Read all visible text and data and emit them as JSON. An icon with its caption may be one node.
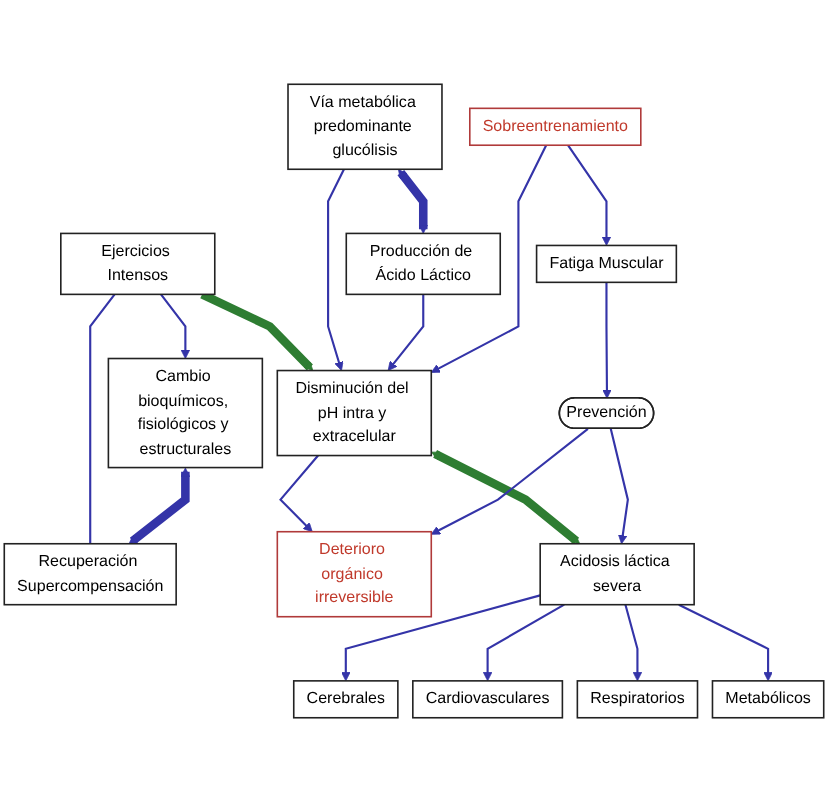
{
  "diagram": {
    "nodes": [
      {
        "text": [
          "Ejercicios Intensos"
        ]
      },
      {
        "text": [
          "Cambio bioquímicos, fisiológicos y estructurales"
        ]
      },
      {
        "text": [
          "Recuperación Supercompensación"
        ]
      },
      {
        "text": [
          "Vía metabólica predominante glucólisis"
        ]
      },
      {
        "text": [
          "Producción de Ácido Láctico"
        ]
      },
      {
        "text": [
          "Disminución del pH intra y extracelular"
        ]
      },
      {
        "text": [
          "Sobreentrenamiento"
        ]
      },
      {
        "text": [
          "Deterioro orgánico irreversible"
        ]
      },
      {
        "text": [
          "Fatiga Muscular"
        ]
      },
      {
        "text": [
          "Prevención"
        ]
      },
      {
        "text": [
          "Acidosis láctica severa"
        ]
      },
      {
        "text": [
          "Cerebrales"
        ]
      },
      {
        "text": [
          "Cardiovasculares"
        ]
      },
      {
        "text": [
          "Respiratorios"
        ]
      },
      {
        "text": [
          "Metabólicos"
        ]
      }
    ],
    "edges": [
      {
        "from": 0,
        "to": 1,
        "arrow": "to"
      },
      {
        "from": 0,
        "to": 2,
        "arrow": "none"
      },
      {
        "from": 1,
        "to": 2,
        "arrow": "both",
        "style": "thick"
      },
      {
        "from": 0,
        "to": 5,
        "arrow": "to",
        "style": "thick",
        "color": "#2e7d32"
      },
      {
        "from": 3,
        "to": 4,
        "arrow": "both",
        "style": "thick"
      },
      {
        "from": 3,
        "to": 5,
        "arrow": "to"
      },
      {
        "from": 4,
        "to": 5,
        "arrow": "to"
      },
      {
        "from": 6,
        "to": 5,
        "arrow": "to"
      },
      {
        "from": 5,
        "to": 7,
        "arrow": "to"
      },
      {
        "from": 6,
        "to": 8,
        "arrow": "to"
      },
      {
        "from": 5,
        "to": 10,
        "arrow": "both",
        "style": "thick",
        "color": "#2e7d32"
      },
      {
        "from": 8,
        "to": 9,
        "arrow": "to"
      },
      {
        "from": 9,
        "to": 7,
        "arrow": "to"
      },
      {
        "from": 9,
        "to": 10,
        "arrow": "to"
      },
      {
        "from": 10,
        "to": 11,
        "arrow": "to"
      },
      {
        "from": 10,
        "to": 12,
        "arrow": "to"
      },
      {
        "from": 10,
        "to": 13,
        "arrow": "to"
      },
      {
        "from": 10,
        "to": 14,
        "arrow": "to"
      }
    ]
  }
}
